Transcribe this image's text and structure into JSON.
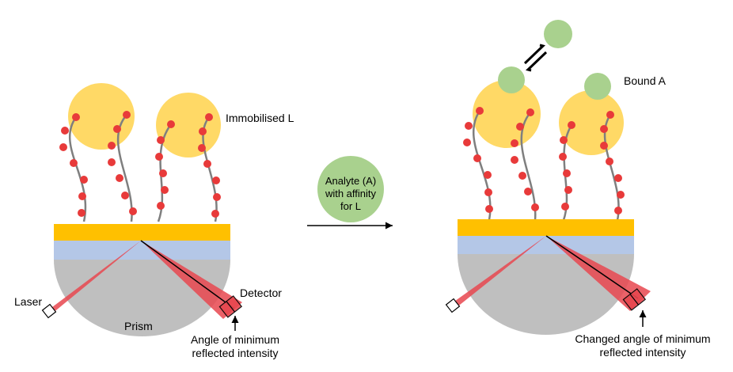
{
  "labels": {
    "immobilised": "Immobilised L",
    "bound": "Bound A",
    "laser": "Laser",
    "detector": "Detector",
    "prism": "Prism",
    "angle_left": [
      "Angle of minimum",
      "reflected intensity"
    ],
    "angle_right": [
      "Changed angle of minimum",
      "reflected intensity"
    ],
    "analyte": [
      "Analyte (A)",
      "with affinity",
      "for L"
    ]
  },
  "colors": {
    "ligand_circle": "#ffd966",
    "analyte_circle": "#a9d18e",
    "gold_layer": "#ffc000",
    "dielectric_layer": "#b4c7e7",
    "prism": "#bfbfbf",
    "beam": "#e8474f",
    "bead": "#e83a3a",
    "strand": "#7f7f7f"
  },
  "icons": {
    "equilibrium": "equilibrium-arrows-icon",
    "process_arrow": "arrow-right-icon"
  }
}
